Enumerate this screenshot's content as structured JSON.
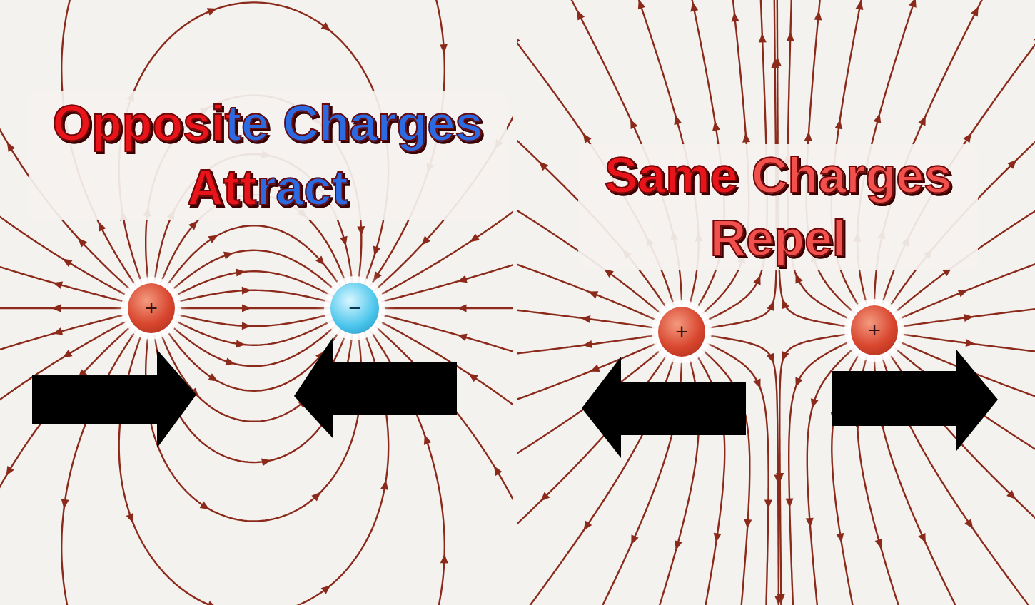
{
  "diagram": {
    "nodes": [
      {
        "text": [
          "+"
        ]
      },
      {
        "text": [
          "−"
        ]
      },
      {
        "text": [
          "+"
        ]
      },
      {
        "text": [
          "+"
        ]
      }
    ],
    "labels": [
      "Opposite Charges Attract",
      "Same Charges Repel"
    ]
  }
}
